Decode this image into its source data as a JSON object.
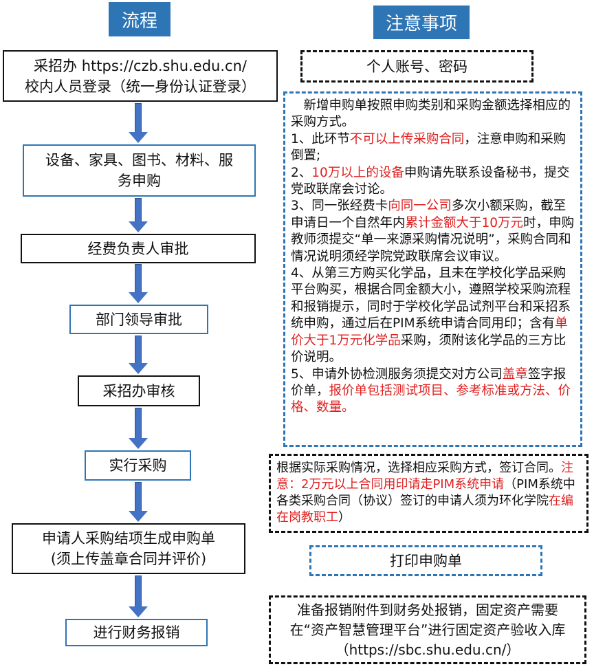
{
  "titles": {
    "flow": "流程",
    "notes": "注意事项"
  },
  "flow_steps": [
    {
      "lines": [
        "采招办  https://czb.shu.edu.cn/",
        "校内人员登录（统一身份认证登录）"
      ]
    },
    {
      "lines": [
        "设备、家具、图书、材料、服",
        "务申购"
      ]
    },
    {
      "lines": [
        "经费负责人审批"
      ]
    },
    {
      "lines": [
        "部门领导审批"
      ]
    },
    {
      "lines": [
        "采招办审核"
      ]
    },
    {
      "lines": [
        "实行采购"
      ]
    },
    {
      "lines": [
        "申请人采购结项生成申购单",
        "(须上传盖章合同并评价)"
      ]
    },
    {
      "lines": [
        "进行财务报销"
      ]
    }
  ],
  "notes": {
    "account": "个人账号、密码",
    "purchase_rules": [
      {
        "text": "　新增申购单按照申购类别和采购金额选择相应的采购方式。",
        "red": false,
        "br": true
      },
      {
        "text": "1、此环节",
        "red": false
      },
      {
        "text": "不可以上传采购合同",
        "red": true
      },
      {
        "text": "，注意申购和采购倒置;",
        "red": false,
        "br": true
      },
      {
        "text": "2、",
        "red": false
      },
      {
        "text": "10万以上的设备",
        "red": true
      },
      {
        "text": "申购请先联系设备秘书，提交党政联席会讨论。",
        "red": false,
        "br": true
      },
      {
        "text": "3、同一张经费卡",
        "red": false
      },
      {
        "text": "向同一公司",
        "red": true
      },
      {
        "text": "多次小额采购，截至申请日一个自然年内",
        "red": false
      },
      {
        "text": "累计金额大于10万元",
        "red": true
      },
      {
        "text": "时，申购教师须提交“单一来源采购情况说明”，采购合同和情况说明须经学院党政联席会议审议。",
        "red": false,
        "br": true
      },
      {
        "text": "4、从第三方购买化学品，且未在学校化学品采购平台购买，根据合同金额大小，遵照学校采购流程和报销提示，同时于学校化学品试剂平台和采招系统申购，通过后在PIM系统申请合同用印；含有",
        "red": false
      },
      {
        "text": "单价大于1万元化学品",
        "red": true
      },
      {
        "text": "采购，须附该化学品的三方比价说明。",
        "red": false,
        "br": true
      },
      {
        "text": "5、申请外协检测服务须提交对方公司",
        "red": false
      },
      {
        "text": "盖章",
        "red": true
      },
      {
        "text": "签字报价单，",
        "red": false
      },
      {
        "text": "报价单包括测试项目、参考标准或方法、价格、数量。",
        "red": true
      }
    ],
    "contract_rules": [
      {
        "text": "根据实际采购情况，选择相应采购方式，签订合同。",
        "red": false
      },
      {
        "text": "注意：2万元以上合同用印请走PIM系统申请",
        "red": true
      },
      {
        "text": "（PIM系统中各类采购合同（协议）签订的申请人须为环化学院",
        "red": false
      },
      {
        "text": "在编在岗教职工",
        "red": true
      },
      {
        "text": "）",
        "red": false
      }
    ],
    "print": "打印申购单",
    "reimburse": "准备报销附件到财务处报销，固定资产需要在“资产智慧管理平台”进行固定资产验收入库（https://sbc.shu.edu.cn/）"
  },
  "colors": {
    "blue": "#2E75B6",
    "red": "#E02020",
    "arrow": "#4472C4"
  }
}
